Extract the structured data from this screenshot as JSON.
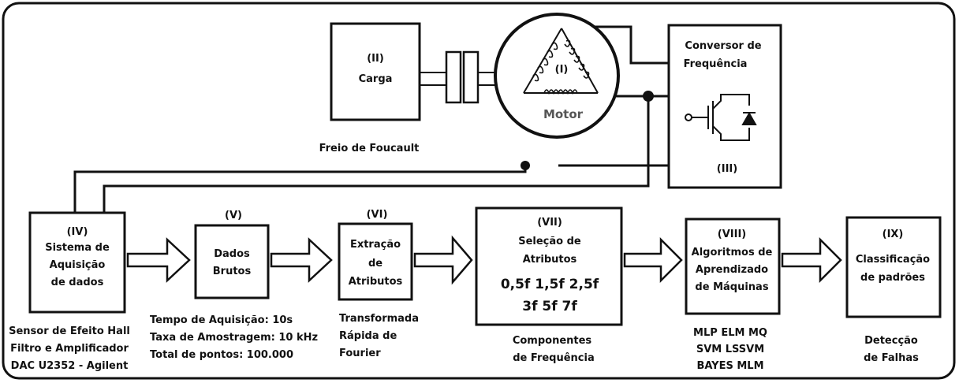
{
  "blocks": {
    "carga": {
      "num": "(II)",
      "label": "Carga",
      "caption": "Freio de Foucault"
    },
    "motor": {
      "num": "(I)",
      "label": "Motor"
    },
    "conversor": {
      "title1": "Conversor de",
      "title2": "Frequência",
      "num": "(III)"
    },
    "aquisicao": {
      "num": "(IV)",
      "line1": "Sistema de",
      "line2": "Aquisição",
      "line3": "de dados",
      "caption": [
        "Sensor de Efeito Hall",
        "Filtro e Amplificador",
        "DAC U2352 - Agilent"
      ]
    },
    "dados": {
      "num": "(V)",
      "line1": "Dados",
      "line2": "Brutos",
      "caption": [
        "Tempo de Aquisição: 10s",
        "Taxa de Amostragem: 10 kHz",
        "Total de pontos: 100.000"
      ]
    },
    "extracao": {
      "num": "(VI)",
      "line1": "Extração",
      "line2": "de",
      "line3": "Atributos",
      "caption": [
        "Transformada",
        "Rápida de",
        "Fourier"
      ]
    },
    "selecao": {
      "num": "(VII)",
      "line1": "Seleção de",
      "line2": "Atributos",
      "freq1": "0,5f 1,5f 2,5f",
      "freq2": "3f 5f 7f",
      "caption": [
        "Componentes",
        "de Frequência"
      ]
    },
    "algoritmos": {
      "num": "(VIII)",
      "line1": "Algoritmos de",
      "line2": "Aprendizado",
      "line3": "de Máquinas",
      "caption": [
        "MLP ELM MQ",
        "SVM LSSVM",
        "BAYES MLM"
      ]
    },
    "classificacao": {
      "num": "(IX)",
      "line1": "Classificação",
      "line2": "de padrões",
      "caption": [
        "Detecção",
        "de Falhas"
      ]
    }
  }
}
